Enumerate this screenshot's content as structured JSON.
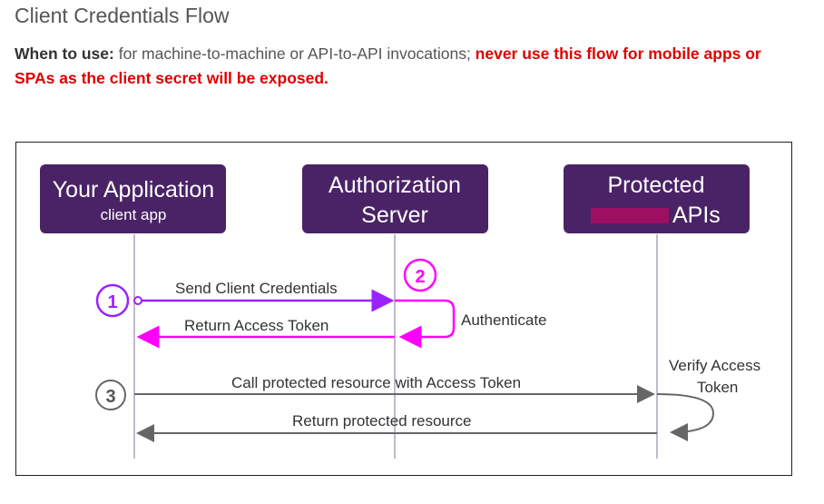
{
  "header": {
    "title": "Client Credentials Flow",
    "when_label": "When to use:",
    "when_text": " for machine-to-machine or API-to-API invocations; ",
    "warning": "never use this flow for mobile apps or SPAs as the client secret will be exposed."
  },
  "diagram": {
    "participants": [
      {
        "title": "Your Application",
        "subtitle": "client app"
      },
      {
        "title_line1": "Authorization",
        "title_line2": "Server"
      },
      {
        "title_line1": "Protected",
        "title_line2": "APIs"
      }
    ],
    "steps": [
      "1",
      "2",
      "3"
    ],
    "messages": {
      "send_credentials": "Send Client Credentials",
      "return_token": "Return Access Token",
      "authenticate": "Authenticate",
      "call_resource": "Call protected resource with Access Token",
      "return_resource": "Return protected resource",
      "verify_line1": "Verify Access",
      "verify_line2": "Token"
    },
    "colors": {
      "box": "#4a2366",
      "magenta": "#ff00ff",
      "violet": "#9b22ff",
      "gray": "#666666",
      "redacted": "#9e0e63"
    }
  }
}
